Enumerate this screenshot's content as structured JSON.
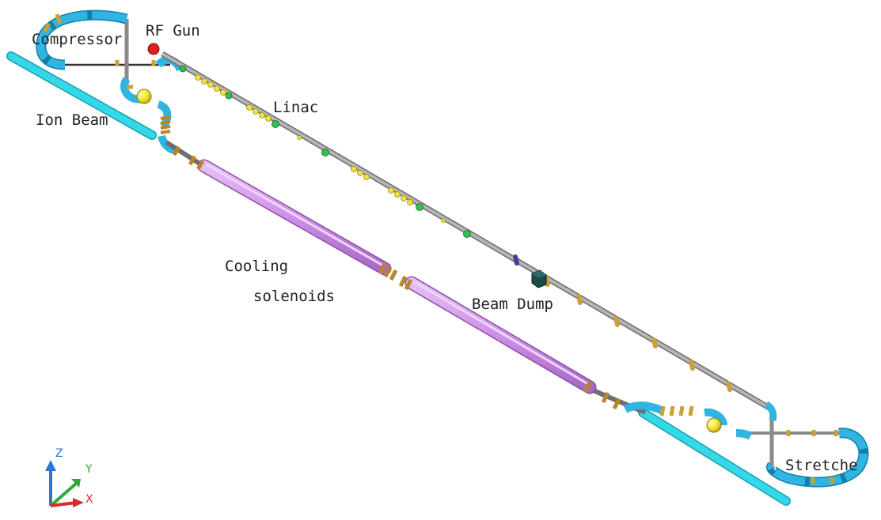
{
  "labels": {
    "compressor": "Compressor",
    "rf_gun": "RF Gun",
    "linac": "Linac",
    "ion_beam": "Ion Beam",
    "cooling_line1": "Cooling",
    "cooling_line2": "solenoids",
    "beam_dump": "Beam Dump",
    "stretcher": "Stretche"
  },
  "axes": {
    "z": "Z",
    "y": "Y",
    "x": "X"
  },
  "colors": {
    "dipole": "#30b4e2",
    "dipole_dark": "#127fa8",
    "ion_beam": "#35d8e8",
    "solenoid": "#cf8fe8",
    "solenoid_dark": "#9a57b8",
    "pipe": "#a6a6a6",
    "quad": "#f4e23a",
    "green_element": "#2ec24a",
    "coupler": "#c9a236",
    "rf_gun": "#e02020",
    "beam_dump": "#123a3a",
    "axis_z": "#2777d6",
    "axis_y": "#2ea83a",
    "axis_x": "#d92b2b"
  }
}
